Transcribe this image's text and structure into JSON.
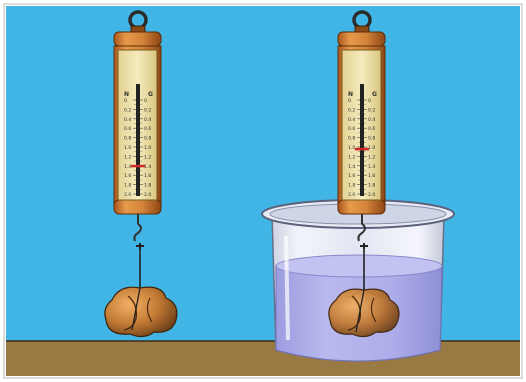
{
  "colors": {
    "sky": "#41b6e6",
    "table_top": "#9a7a43",
    "table_front": "#7d5e2d",
    "scale_body": "#d88a3c",
    "scale_face": "#efe3a8",
    "water": "#a9a9e6",
    "rock": "#c9873c"
  },
  "left_scale": {
    "unit_left": "N",
    "unit_right": "G",
    "ticks": [
      "0",
      "0.2",
      "0.4",
      "0.6",
      "0.8",
      "1.0",
      "1.2",
      "1.4",
      "1.6",
      "1.8",
      "2.0"
    ],
    "reading_fraction": 0.7
  },
  "right_scale": {
    "unit_left": "N",
    "unit_right": "G",
    "ticks": [
      "0",
      "0.2",
      "0.4",
      "0.6",
      "0.8",
      "1.0",
      "1.2",
      "1.4",
      "1.6",
      "1.8",
      "2.0"
    ],
    "reading_fraction": 0.52
  }
}
